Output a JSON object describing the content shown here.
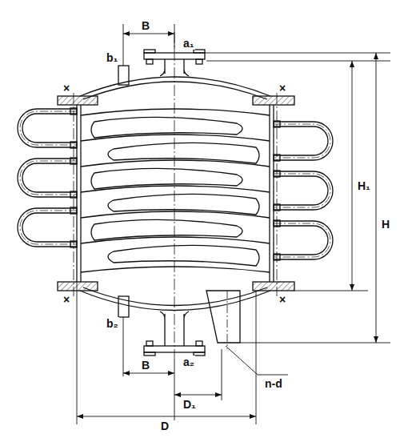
{
  "diagram": {
    "labels": [
      "B",
      "b₁",
      "a₁",
      "×",
      "×",
      "H₁",
      "H",
      "×",
      "×",
      "b₂",
      "a₂",
      "B",
      "D₁",
      "n-d",
      "D"
    ]
  }
}
